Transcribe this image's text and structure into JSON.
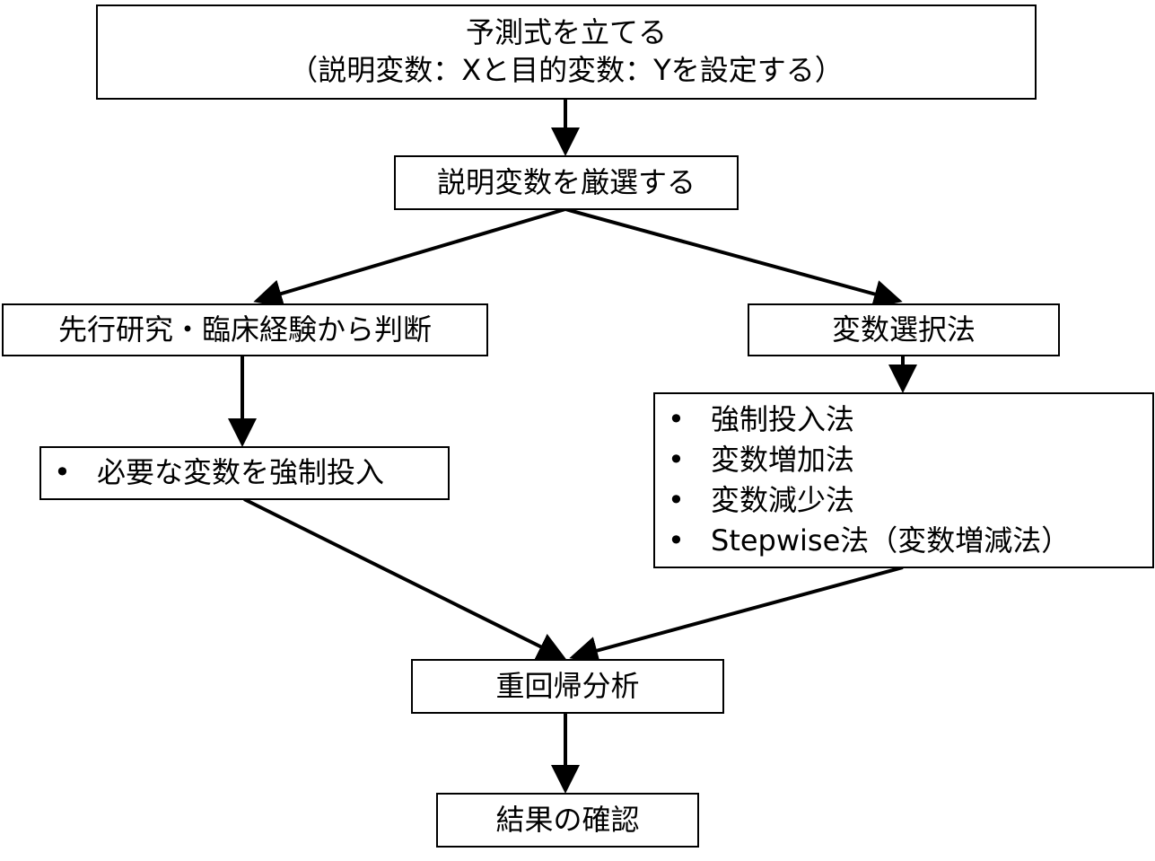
{
  "nodes": {
    "predict": {
      "line1": "予測式を立てる",
      "line2": "（説明変数：Xと目的変数：Yを設定する）"
    },
    "select_vars": {
      "label": "説明変数を厳選する"
    },
    "prior_research": {
      "label": "先行研究・臨床経験から判断"
    },
    "selection_method": {
      "label": "変数選択法"
    },
    "force_needed": {
      "bullet": "•",
      "label": "必要な変数を強制投入"
    },
    "methods": {
      "bullet": "•",
      "items": [
        "強制投入法",
        "変数増加法",
        "変数減少法",
        "Stepwise法（変数増減法）"
      ]
    },
    "regression": {
      "label": "重回帰分析"
    },
    "confirm": {
      "label": "結果の確認"
    }
  }
}
